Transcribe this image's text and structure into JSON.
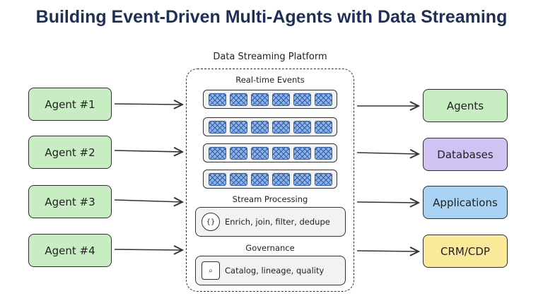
{
  "title": "Building Event-Driven Multi-Agents with Data Streaming",
  "platform": {
    "title": "Data Streaming Platform",
    "events_label": "Real-time Events",
    "stream_rows": 4,
    "processing": {
      "label": "Stream Processing",
      "text": "Enrich, join, filter, dedupe",
      "icon": "braces-gear-icon",
      "icon_glyph": "{}"
    },
    "governance": {
      "label": "Governance",
      "text": "Catalog, lineage, quality",
      "icon": "magnifier-icon",
      "icon_glyph": "⌕"
    }
  },
  "agents": [
    "Agent #1",
    "Agent #2",
    "Agent #3",
    "Agent #4"
  ],
  "outputs": [
    {
      "label": "Agents",
      "color": "#c9edc3"
    },
    {
      "label": "Databases",
      "color": "#d1c2f4"
    },
    {
      "label": "Applications",
      "color": "#a9d2f5"
    },
    {
      "label": "CRM/CDP",
      "color": "#fbe99a"
    }
  ]
}
